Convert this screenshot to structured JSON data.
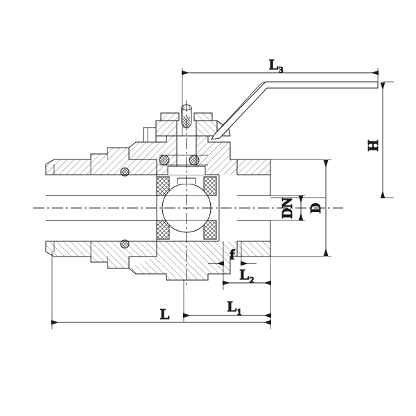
{
  "drawing": {
    "type": "engineering-cross-section",
    "subject": "ball-valve",
    "background_color": "#ffffff",
    "line_color": "#1a1a1a",
    "hatch_color": "#3c3c3c",
    "dimension_color": "#1a1a1a"
  },
  "dimensions": {
    "overall_length": {
      "label": "L",
      "sub": "",
      "orientation": "horizontal"
    },
    "end_to_center": {
      "label": "L",
      "sub": "1",
      "orientation": "horizontal"
    },
    "thread_length": {
      "label": "L",
      "sub": "2",
      "orientation": "horizontal"
    },
    "handle_length": {
      "label": "L",
      "sub": "3",
      "orientation": "horizontal"
    },
    "handle_height": {
      "label": "H",
      "sub": "",
      "orientation": "vertical"
    },
    "body_diameter": {
      "label": "D",
      "sub": "",
      "orientation": "vertical"
    },
    "nominal_bore": {
      "label": "DN",
      "sub": "",
      "orientation": "vertical"
    },
    "face_width": {
      "label": "f",
      "sub": "",
      "orientation": "horizontal"
    }
  },
  "components": {
    "handle": "lever-handle",
    "stem": "valve-stem",
    "stem_nut": "stem-nut",
    "packing": "stem-packing",
    "ball": "valve-ball",
    "seat_left": "ball-seat-left",
    "seat_right": "ball-seat-right",
    "body": "valve-body",
    "end_cap": "end-connector",
    "oring_upper_left": "o-ring",
    "oring_lower_left": "o-ring",
    "oring_stem_left": "o-ring",
    "oring_stem_right": "o-ring",
    "centerline_horizontal": "axis-centerline",
    "centerline_vertical": "axis-centerline"
  }
}
